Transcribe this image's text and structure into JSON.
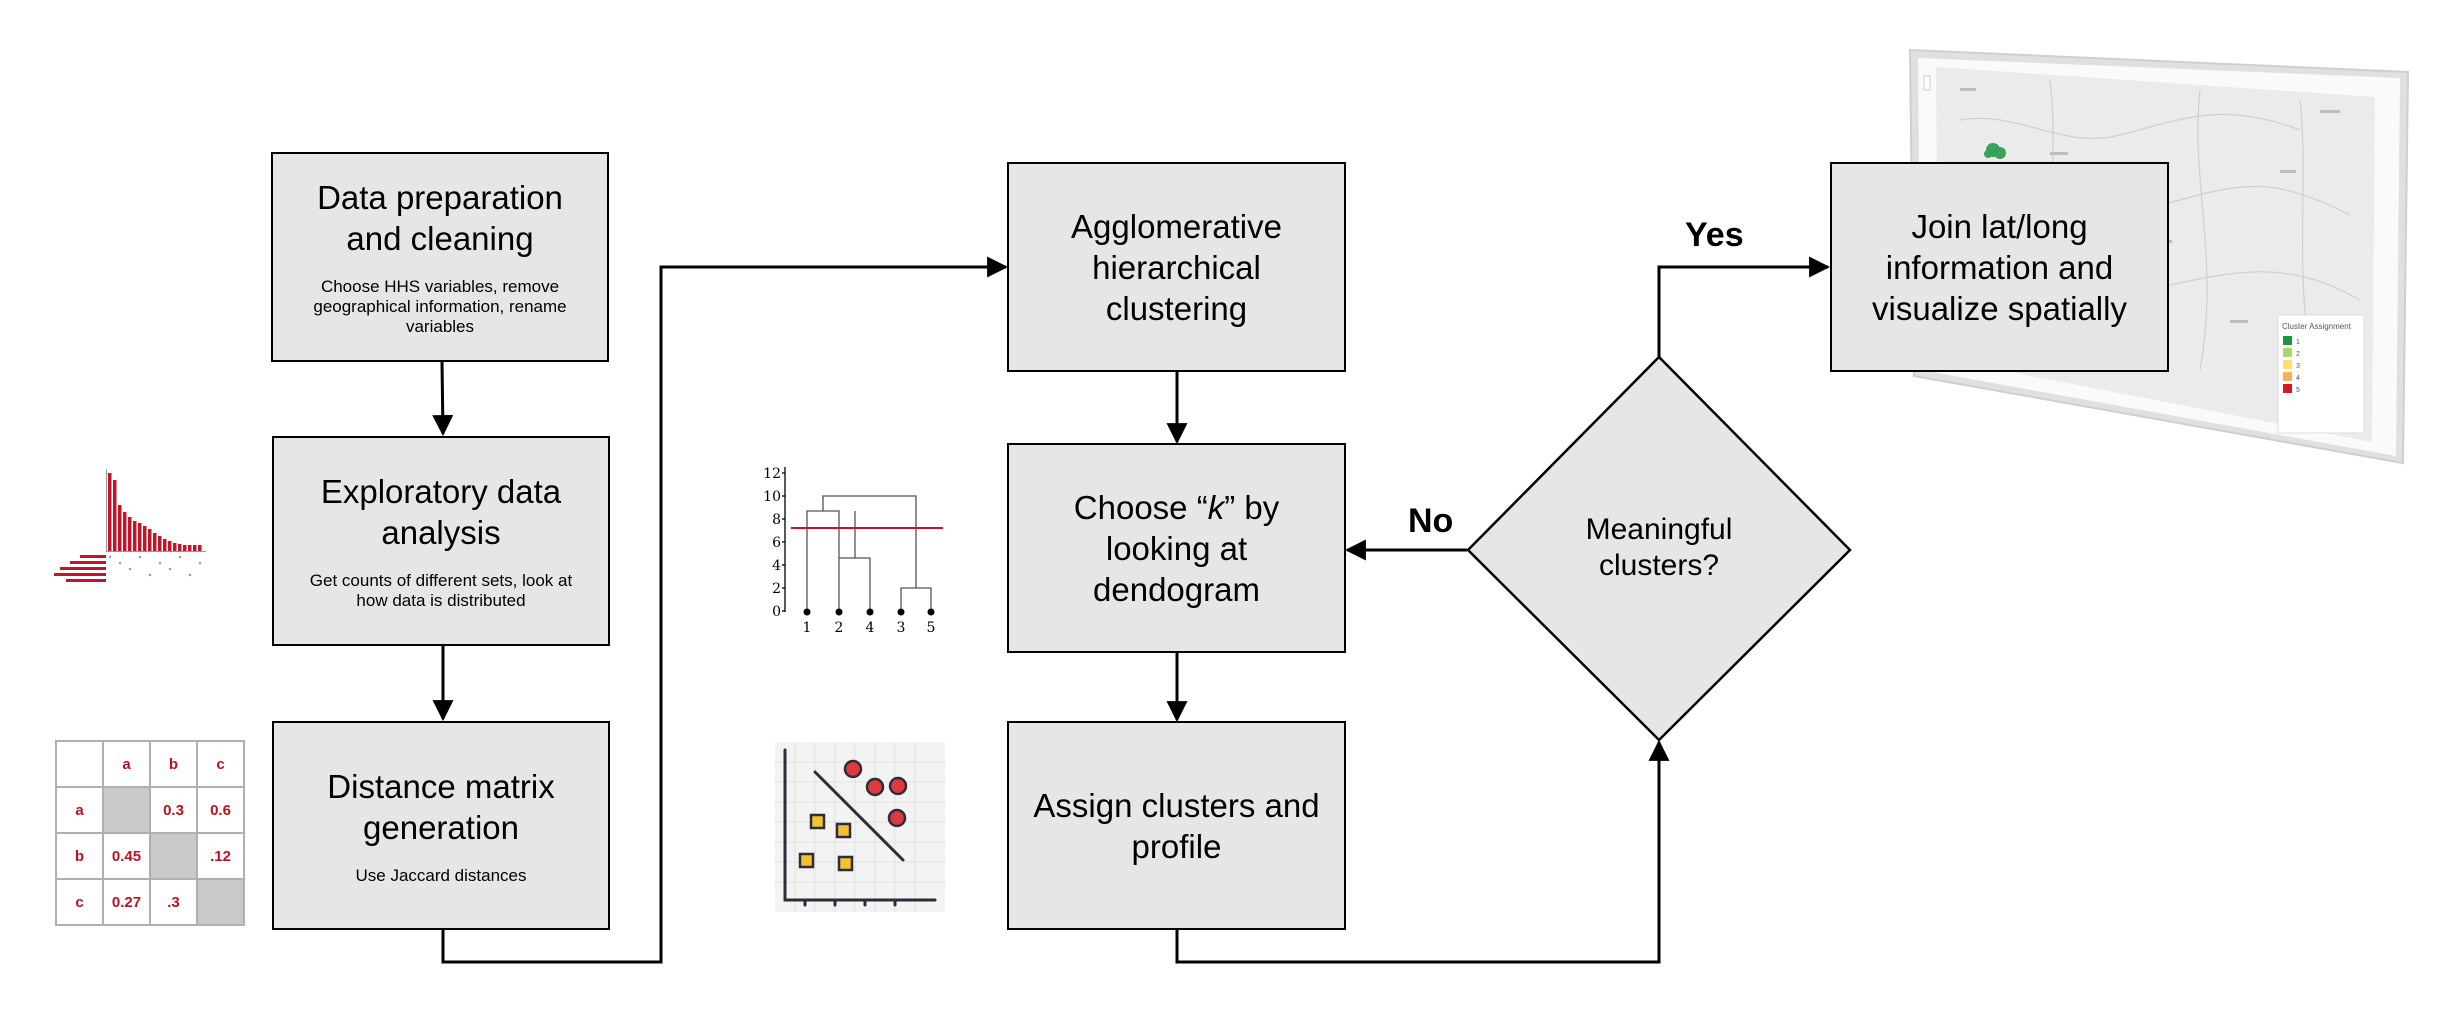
{
  "steps": {
    "data_prep": {
      "title": "Data preparation and cleaning",
      "sub": "Choose HHS variables, remove geographical information, rename variables"
    },
    "eda": {
      "title": "Exploratory data analysis",
      "sub": "Get counts of different sets, look at how data is distributed"
    },
    "distance": {
      "title": "Distance matrix generation",
      "sub": "Use Jaccard distances"
    },
    "agglomerative": {
      "title": "Agglomerative hierarchical clustering"
    },
    "choose_k": {
      "title_pre": "Choose “",
      "title_k": "k",
      "title_post": "” by looking at dendogram"
    },
    "assign": {
      "title": "Assign clusters and profile"
    },
    "decision": {
      "title": "Meaningful clusters?"
    },
    "join": {
      "title": "Join lat/long information and visualize spatially"
    }
  },
  "labels": {
    "yes": "Yes",
    "no": "No"
  },
  "matrix": {
    "cols": [
      "",
      "a",
      "b",
      "c"
    ],
    "rows": [
      [
        "a",
        "",
        "0.3",
        "0.6"
      ],
      [
        "b",
        "0.45",
        "",
        ".12"
      ],
      [
        "c",
        "0.27",
        ".3",
        ""
      ]
    ]
  },
  "dendrogram": {
    "y_ticks": [
      "12",
      "10",
      "8",
      "6",
      "4",
      "2",
      "0"
    ],
    "leaves": [
      "1",
      "2",
      "4",
      "3",
      "5"
    ]
  },
  "map_legend": {
    "title": "Cluster Assignment",
    "items": [
      "1",
      "2",
      "3",
      "4",
      "5"
    ],
    "colors": [
      "#1a9641",
      "#a6d96a",
      "#ffdf6a",
      "#fdae61",
      "#d7191c"
    ]
  },
  "colors": {
    "box_fill": "#e6e6e6",
    "accent_red": "#c0152a"
  }
}
